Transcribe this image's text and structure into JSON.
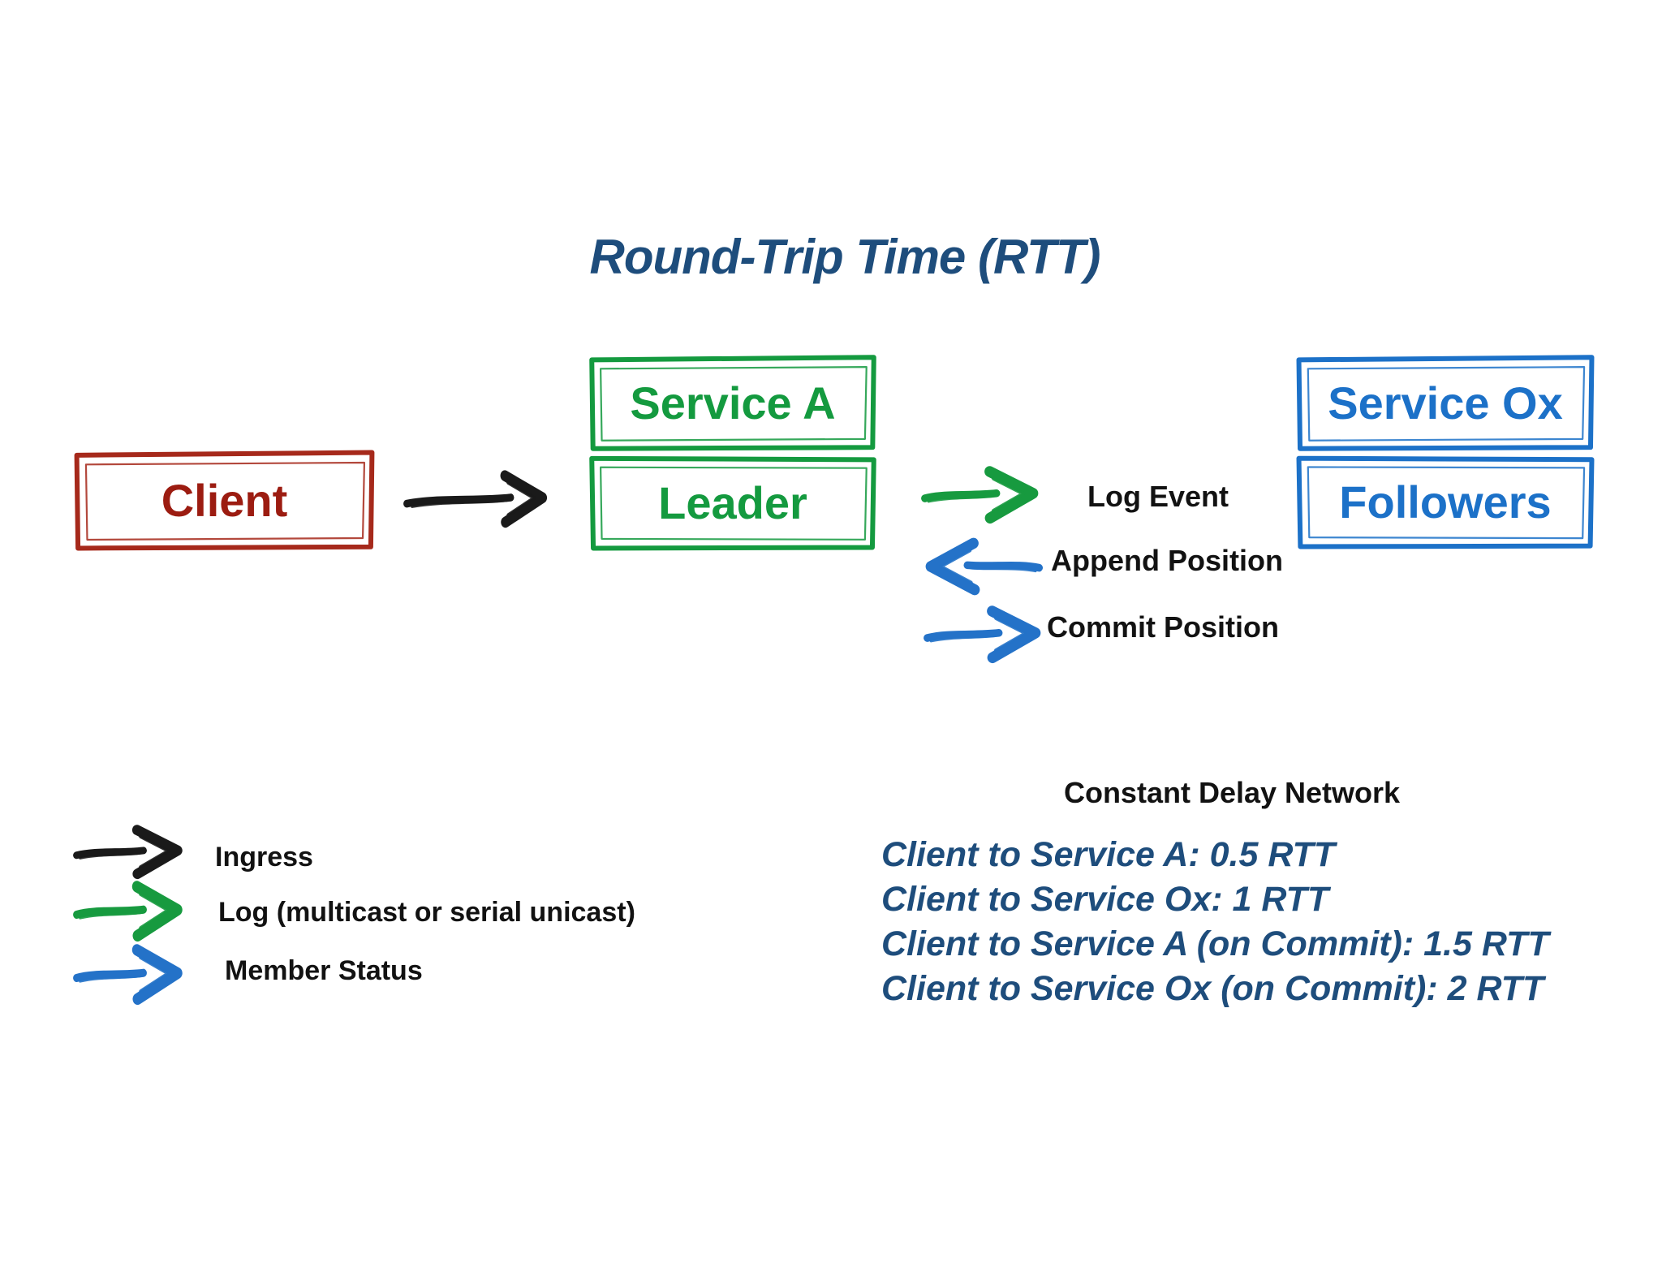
{
  "header": {
    "title": "Round-Trip Time (RTT)"
  },
  "nodes": {
    "client": {
      "label": "Client"
    },
    "service_a": {
      "name": "Service A",
      "role": "Leader"
    },
    "service_ox": {
      "name": "Service Ox",
      "role": "Followers"
    }
  },
  "flows": {
    "log_event": "Log Event",
    "append_position": "Append Position",
    "commit_position": "Commit Position"
  },
  "legend": {
    "items": [
      {
        "icon": "black-arrow-icon",
        "label": "Ingress"
      },
      {
        "icon": "green-arrow-icon",
        "label": "Log (multicast or serial unicast)"
      },
      {
        "icon": "blue-arrow-icon",
        "label": "Member Status"
      }
    ]
  },
  "delay_panel": {
    "heading": "Constant Delay Network",
    "lines": [
      "Client to Service A: 0.5 RTT",
      "Client to Service Ox: 1 RTT",
      "Client to Service A (on Commit): 1.5 RTT",
      "Client to Service Ox (on Commit): 2 RTT"
    ]
  },
  "colors": {
    "title_blue": "#1e4d7c",
    "client_red": "#9c1c11",
    "service_green": "#149a3f",
    "service_blue": "#1c71c8",
    "arrow_black": "#1a1a1a",
    "arrow_green": "#179a3f",
    "arrow_blue": "#2472c8",
    "label_black": "#121212"
  }
}
